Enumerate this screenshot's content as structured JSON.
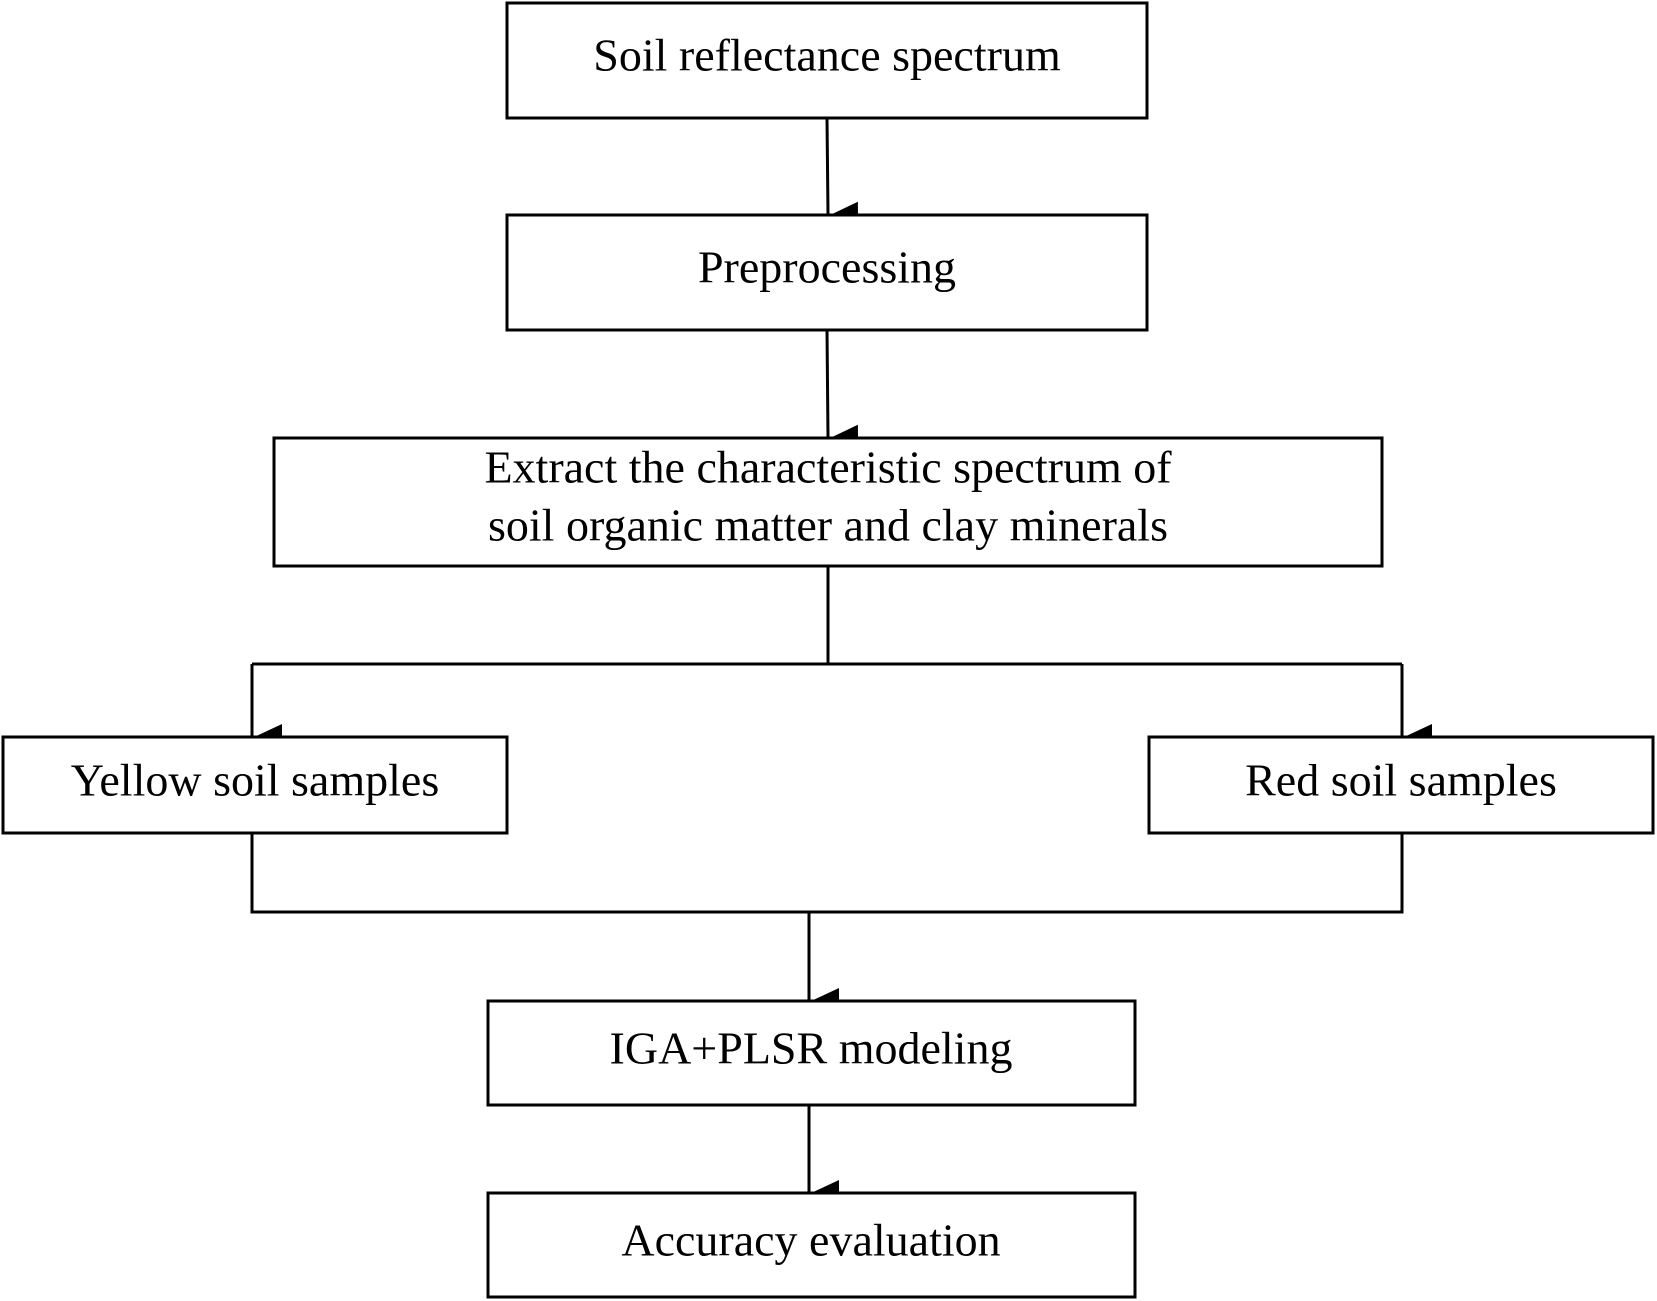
{
  "nodes": {
    "soil_reflectance": "Soil reflectance spectrum",
    "preprocessing": "Preprocessing",
    "extract_line1": "Extract the characteristic spectrum of",
    "extract_line2": "soil organic matter and clay minerals",
    "yellow_soil": "Yellow soil samples",
    "red_soil": "Red soil samples",
    "modeling": "IGA+PLSR modeling",
    "accuracy": "Accuracy evaluation"
  },
  "colors": {
    "stroke": "#000000",
    "fill": "#ffffff"
  }
}
